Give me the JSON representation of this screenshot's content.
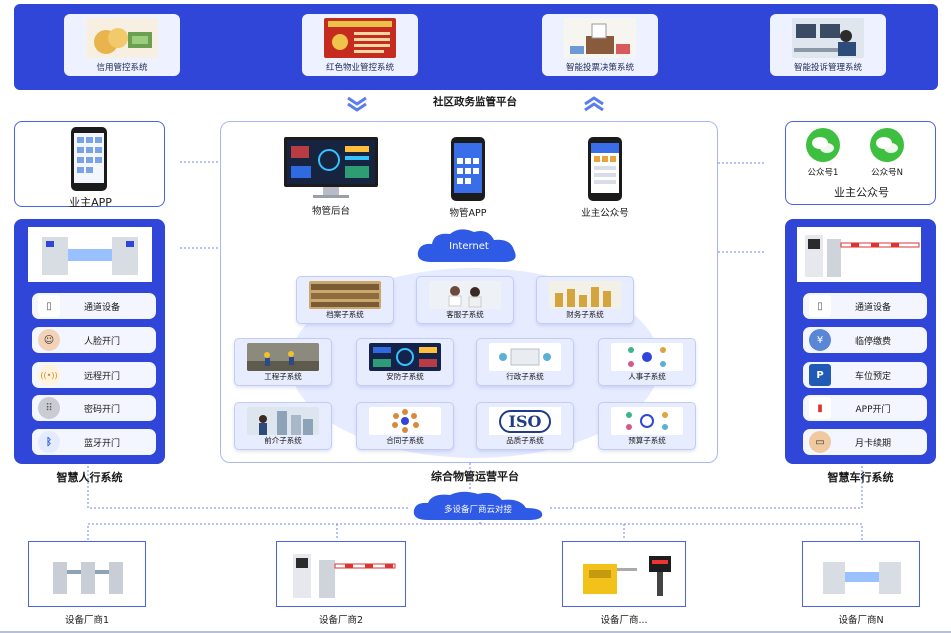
{
  "top": {
    "cards": [
      {
        "label": "信用管控系统"
      },
      {
        "label": "红色物业管控系统"
      },
      {
        "label": "智能投票决策系统"
      },
      {
        "label": "智能投诉管理系统"
      }
    ],
    "platform_label": "社区政务监管平台"
  },
  "left": {
    "owner_app_label": "业主APP",
    "people_system_label": "智慧人行系统",
    "items": [
      {
        "label": "通道设备",
        "icon": "gate-device-icon"
      },
      {
        "label": "人脸开门",
        "icon": "face-icon"
      },
      {
        "label": "远程开门",
        "icon": "remote-signal-icon"
      },
      {
        "label": "密码开门",
        "icon": "keypad-icon"
      },
      {
        "label": "蓝牙开门",
        "icon": "bluetooth-icon"
      }
    ]
  },
  "right": {
    "official_account_label": "业主公众号",
    "account1": "公众号1",
    "accountN": "公众号N",
    "vehicle_system_label": "智慧车行系统",
    "items": [
      {
        "label": "通道设备",
        "icon": "gate-device-icon"
      },
      {
        "label": "临停缴费",
        "icon": "payment-icon"
      },
      {
        "label": "车位预定",
        "icon": "parking-icon"
      },
      {
        "label": "APP开门",
        "icon": "phone-icon"
      },
      {
        "label": "月卡续期",
        "icon": "card-icon"
      }
    ]
  },
  "center": {
    "devices": [
      {
        "label": "物管后台"
      },
      {
        "label": "物管APP"
      },
      {
        "label": "业主公众号"
      }
    ],
    "internet_label": "Internet",
    "subsystems": [
      {
        "label": "档案子系统"
      },
      {
        "label": "客服子系统"
      },
      {
        "label": "财务子系统"
      },
      {
        "label": "工程子系统"
      },
      {
        "label": "安防子系统"
      },
      {
        "label": "行政子系统"
      },
      {
        "label": "人事子系统"
      },
      {
        "label": "前介子系统"
      },
      {
        "label": "合同子系统"
      },
      {
        "label": "品质子系统"
      },
      {
        "label": "预算子系统"
      }
    ],
    "iso_text": "ISO",
    "platform_label": "综合物管运营平台"
  },
  "cloud": {
    "label": "多设备厂商云对接"
  },
  "vendors": [
    {
      "label": "设备厂商1"
    },
    {
      "label": "设备厂商2"
    },
    {
      "label": "设备厂商..."
    },
    {
      "label": "设备厂商N"
    }
  ],
  "colors": {
    "primary_blue": "#2f46d9",
    "light_panel": "#eef1ff",
    "wechat_green": "#3fbf3f"
  }
}
